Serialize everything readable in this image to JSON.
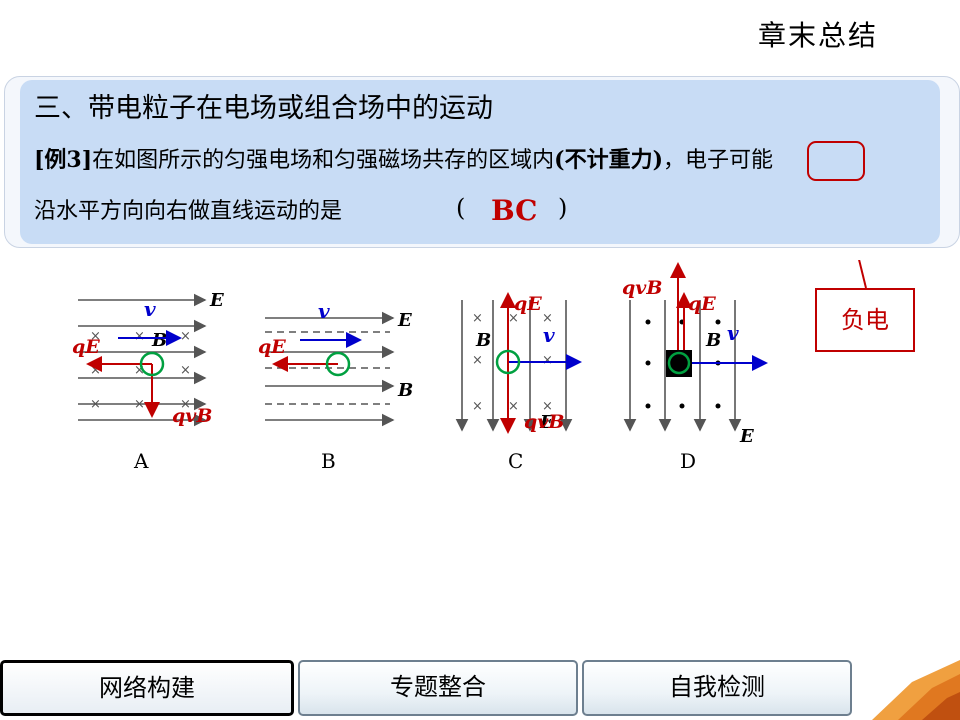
{
  "header": {
    "chapter_title": "章末总结"
  },
  "section": {
    "title": "三、带电粒子在电场或组合场中的运动",
    "example_tag": "[例3]",
    "question_line1": "在如图所示的匀强电场和匀强磁场共存的区域内",
    "question_paren_note": "(不计重力)",
    "question_line1_tail": "，电子可能",
    "question_line2": "沿水平方向向右做直线运动的是",
    "paren_open": "(",
    "paren_close": ")",
    "answer": "BC"
  },
  "annotation": {
    "callout": "负电"
  },
  "figures": {
    "A": {
      "caption": "A",
      "E": "E",
      "B": "B",
      "v": "v",
      "qE": "qE",
      "qvB": "qvB"
    },
    "B": {
      "caption": "B",
      "E": "E",
      "B": "B",
      "v": "v",
      "qE": "qE"
    },
    "C": {
      "caption": "C",
      "E": "E",
      "B": "B",
      "v": "v",
      "qE": "qE",
      "qvB": "qvB"
    },
    "D": {
      "caption": "D",
      "E": "E",
      "B": "B",
      "v": "v",
      "qE": "qE",
      "qvB": "qvB"
    }
  },
  "colors": {
    "force": "#c00000",
    "velocity": "#0000cc",
    "electron_ring": "#00a040",
    "field": "#555555"
  },
  "nav": {
    "tabs": [
      "网络构建",
      "专题整合",
      "自我检测"
    ],
    "active_index": 0
  }
}
